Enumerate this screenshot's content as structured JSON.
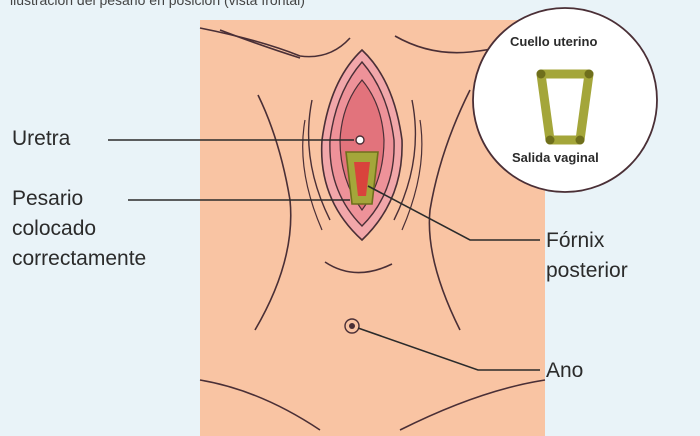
{
  "caption": "ilustración del pesario en posición (vista frontal)",
  "labels": {
    "urethra": "Uretra",
    "pessary_line1": "Pesario",
    "pessary_line2": "colocado",
    "pessary_line3": "correctamente",
    "fornix_line1": "Fórnix",
    "fornix_line2": "posterior",
    "anus": "Ano"
  },
  "inset": {
    "top_label": "Cuello uterino",
    "bottom_label": "Salida vaginal"
  },
  "colors": {
    "skin": "#f9c4a3",
    "background": "#e9f3f8",
    "outline": "#4a2f36",
    "vulva_outer": "#f2a7aa",
    "vulva_inner": "#e2737c",
    "pessary": "#a4a63a",
    "pessary_dark": "#6f6f1c",
    "cervix_red": "#d9433c",
    "leader": "#2b2b2b"
  }
}
